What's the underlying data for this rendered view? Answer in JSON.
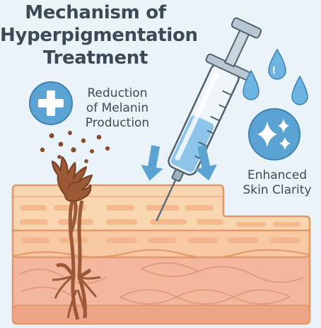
{
  "title": {
    "line1": "Mechanism of",
    "line2": "Hyperpigmentation",
    "line3": "Treatment"
  },
  "labels": {
    "reduction": {
      "line1": "Reduction",
      "line2": "of Melanin",
      "line3": "Production"
    },
    "clarity": {
      "line1": "Enhanced",
      "line2": "Skin Clarity"
    }
  },
  "icons": {
    "plus_badge": "plus-circle-icon",
    "sparkle_badge": "sparkle-circle-icon",
    "syringe": "syringe-icon",
    "droplets": "water-drop-icon",
    "arrows": "down-arrow-icon",
    "melanocyte": "melanocyte-cell-icon"
  },
  "colors": {
    "background": "#eaf3f8",
    "skin_surface": "#f8d0a7",
    "skin_outline": "#e3986a",
    "dermis": "#f2b79d",
    "melanocyte": "#9b5a35",
    "accent_blue": "#5ba3d3",
    "text": "#3b4a56"
  }
}
